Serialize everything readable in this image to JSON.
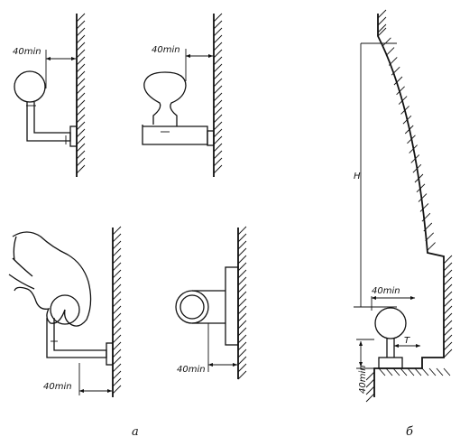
{
  "labels": {
    "dim_top_left": "40min",
    "dim_top_middle": "40min",
    "dim_bottom_left": "40min",
    "dim_bottom_middle": "40min",
    "dim_right_clearance": "40min",
    "dim_right_height": "H",
    "dim_right_t": "T",
    "dim_right_floor": "40min",
    "caption_a": "а",
    "caption_b": "б"
  }
}
